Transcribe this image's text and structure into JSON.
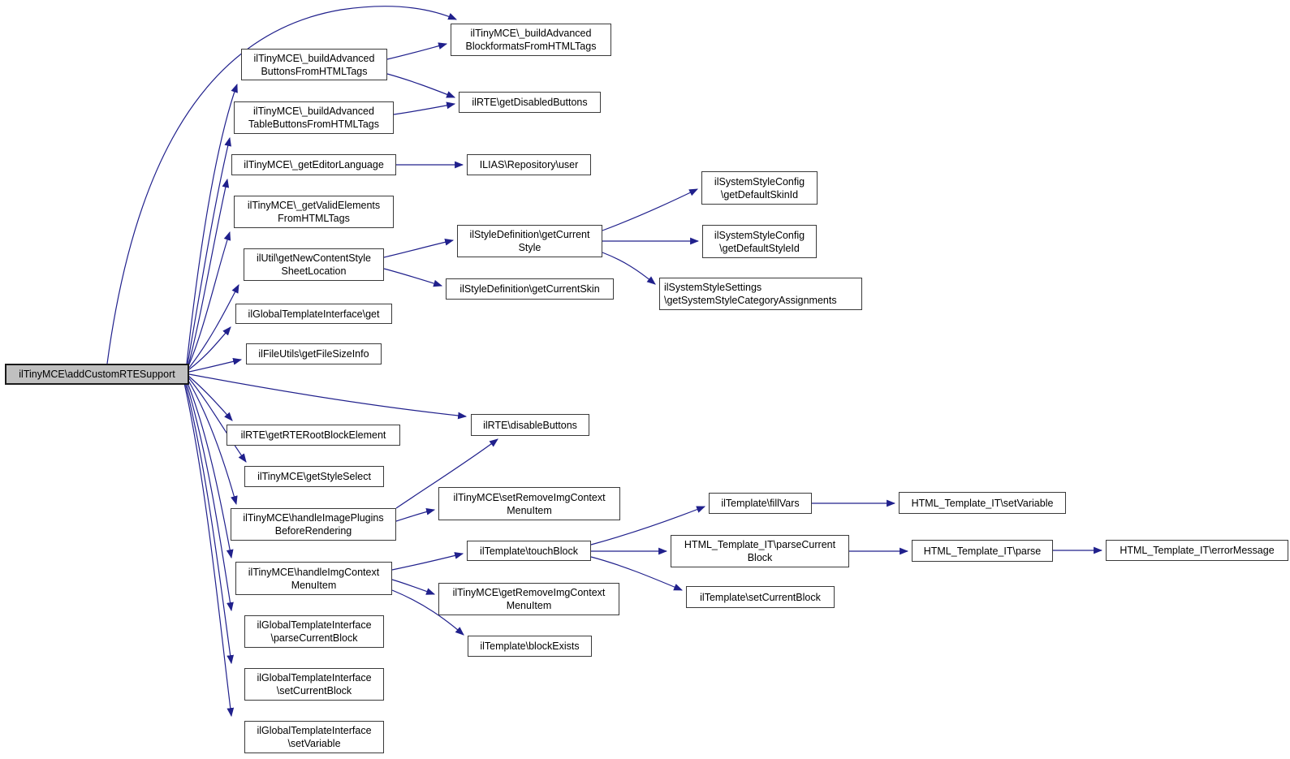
{
  "diagram": {
    "type": "call-graph",
    "colors": {
      "edge": "#20208c",
      "node_background": "#ffffff",
      "node_border": "#3a3a3a",
      "root_background": "#c0c0c0"
    },
    "nodes": {
      "add-custom-rte-support": {
        "label": "ilTinyMCE\\addCustomRTESupport"
      },
      "build-advanced-buttons": {
        "label": "ilTinyMCE\\_buildAdvanced\nButtonsFromHTMLTags"
      },
      "build-advanced-blockformats": {
        "label": "ilTinyMCE\\_buildAdvanced\nBlockformatsFromHTMLTags"
      },
      "get-disabled-buttons": {
        "label": "ilRTE\\getDisabledButtons"
      },
      "build-advanced-table-buttons": {
        "label": "ilTinyMCE\\_buildAdvanced\nTableButtonsFromHTMLTags"
      },
      "get-editor-language": {
        "label": "ilTinyMCE\\_getEditorLanguage"
      },
      "repository-user": {
        "label": "ILIAS\\Repository\\user"
      },
      "get-valid-elements": {
        "label": "ilTinyMCE\\_getValidElements\nFromHTMLTags"
      },
      "get-new-content-style-sheet-location": {
        "label": "ilUtil\\getNewContentStyle\nSheetLocation"
      },
      "get-current-style": {
        "label": "ilStyleDefinition\\getCurrent\nStyle"
      },
      "get-default-skin-id": {
        "label": "ilSystemStyleConfig\n\\getDefaultSkinId"
      },
      "get-default-style-id": {
        "label": "ilSystemStyleConfig\n\\getDefaultStyleId"
      },
      "get-system-style-category-assignments": {
        "label": "ilSystemStyleSettings\n\\getSystemStyleCategoryAssignments"
      },
      "get-current-skin": {
        "label": "ilStyleDefinition\\getCurrentSkin"
      },
      "global-template-get": {
        "label": "ilGlobalTemplateInterface\\get"
      },
      "get-file-size-info": {
        "label": "ilFileUtils\\getFileSizeInfo"
      },
      "get-rte-root-block-element": {
        "label": "ilRTE\\getRTERootBlockElement"
      },
      "disable-buttons": {
        "label": "ilRTE\\disableButtons"
      },
      "get-style-select": {
        "label": "ilTinyMCE\\getStyleSelect"
      },
      "handle-image-plugins": {
        "label": "ilTinyMCE\\handleImagePlugins\nBeforeRendering"
      },
      "set-remove-img-context-menu-item": {
        "label": "ilTinyMCE\\setRemoveImgContext\nMenuItem"
      },
      "handle-img-context-menu-item": {
        "label": "ilTinyMCE\\handleImgContext\nMenuItem"
      },
      "touch-block": {
        "label": "ilTemplate\\touchBlock"
      },
      "get-remove-img-context-menu-item": {
        "label": "ilTinyMCE\\getRemoveImgContext\nMenuItem"
      },
      "global-template-parse-current-block": {
        "label": "ilGlobalTemplateInterface\n\\parseCurrentBlock"
      },
      "block-exists": {
        "label": "ilTemplate\\blockExists"
      },
      "global-template-set-current-block": {
        "label": "ilGlobalTemplateInterface\n\\setCurrentBlock"
      },
      "global-template-set-variable": {
        "label": "ilGlobalTemplateInterface\n\\setVariable"
      },
      "fill-vars": {
        "label": "ilTemplate\\fillVars"
      },
      "it-set-variable": {
        "label": "HTML_Template_IT\\setVariable"
      },
      "it-parse-current-block": {
        "label": "HTML_Template_IT\\parseCurrent\nBlock"
      },
      "it-parse": {
        "label": "HTML_Template_IT\\parse"
      },
      "template-set-current-block": {
        "label": "ilTemplate\\setCurrentBlock"
      },
      "it-error-message": {
        "label": "HTML_Template_IT\\errorMessage"
      }
    },
    "edges": [
      {
        "from": "add-custom-rte-support",
        "to": "build-advanced-blockformats"
      },
      {
        "from": "add-custom-rte-support",
        "to": "build-advanced-buttons"
      },
      {
        "from": "add-custom-rte-support",
        "to": "build-advanced-table-buttons"
      },
      {
        "from": "add-custom-rte-support",
        "to": "get-editor-language"
      },
      {
        "from": "add-custom-rte-support",
        "to": "get-valid-elements"
      },
      {
        "from": "add-custom-rte-support",
        "to": "get-new-content-style-sheet-location"
      },
      {
        "from": "add-custom-rte-support",
        "to": "global-template-get"
      },
      {
        "from": "add-custom-rte-support",
        "to": "get-file-size-info"
      },
      {
        "from": "add-custom-rte-support",
        "to": "disable-buttons"
      },
      {
        "from": "add-custom-rte-support",
        "to": "get-rte-root-block-element"
      },
      {
        "from": "add-custom-rte-support",
        "to": "get-style-select"
      },
      {
        "from": "add-custom-rte-support",
        "to": "handle-image-plugins"
      },
      {
        "from": "add-custom-rte-support",
        "to": "handle-img-context-menu-item"
      },
      {
        "from": "add-custom-rte-support",
        "to": "global-template-parse-current-block"
      },
      {
        "from": "add-custom-rte-support",
        "to": "global-template-set-current-block"
      },
      {
        "from": "add-custom-rte-support",
        "to": "global-template-set-variable"
      },
      {
        "from": "build-advanced-buttons",
        "to": "build-advanced-blockformats"
      },
      {
        "from": "build-advanced-buttons",
        "to": "get-disabled-buttons"
      },
      {
        "from": "build-advanced-table-buttons",
        "to": "get-disabled-buttons"
      },
      {
        "from": "get-editor-language",
        "to": "repository-user"
      },
      {
        "from": "get-new-content-style-sheet-location",
        "to": "get-current-style"
      },
      {
        "from": "get-new-content-style-sheet-location",
        "to": "get-current-skin"
      },
      {
        "from": "get-current-style",
        "to": "get-default-skin-id"
      },
      {
        "from": "get-current-style",
        "to": "get-default-style-id"
      },
      {
        "from": "get-current-style",
        "to": "get-system-style-category-assignments"
      },
      {
        "from": "handle-image-plugins",
        "to": "disable-buttons"
      },
      {
        "from": "handle-image-plugins",
        "to": "set-remove-img-context-menu-item"
      },
      {
        "from": "handle-img-context-menu-item",
        "to": "touch-block"
      },
      {
        "from": "handle-img-context-menu-item",
        "to": "get-remove-img-context-menu-item"
      },
      {
        "from": "handle-img-context-menu-item",
        "to": "block-exists"
      },
      {
        "from": "touch-block",
        "to": "fill-vars"
      },
      {
        "from": "touch-block",
        "to": "it-parse-current-block"
      },
      {
        "from": "touch-block",
        "to": "template-set-current-block"
      },
      {
        "from": "fill-vars",
        "to": "it-set-variable"
      },
      {
        "from": "it-parse-current-block",
        "to": "it-parse"
      },
      {
        "from": "it-parse",
        "to": "it-error-message"
      }
    ]
  }
}
